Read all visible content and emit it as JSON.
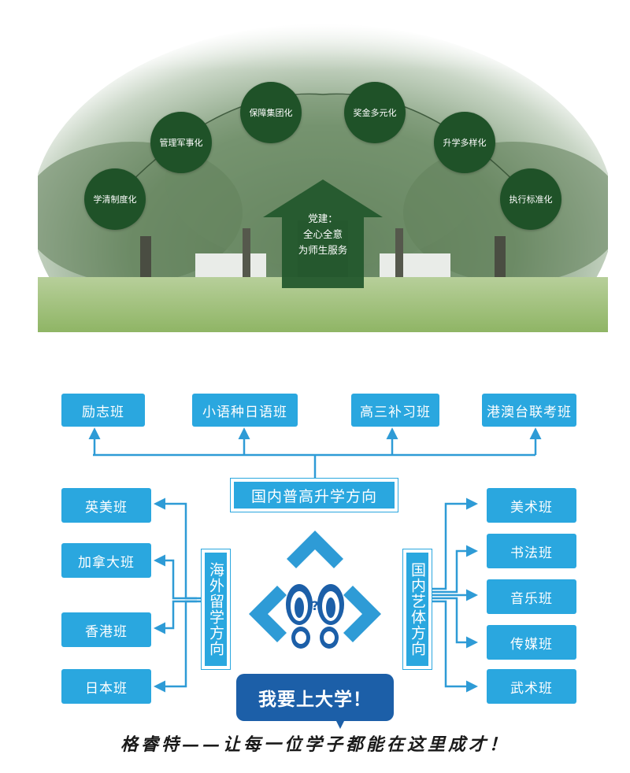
{
  "tree": {
    "nodes": [
      {
        "id": "n1",
        "label": "学清制度化"
      },
      {
        "id": "n2",
        "label": "管理军事化"
      },
      {
        "id": "n3",
        "label": "保障集团化"
      },
      {
        "id": "n4",
        "label": "奖金多元化"
      },
      {
        "id": "n5",
        "label": "升学多样化"
      },
      {
        "id": "n6",
        "label": "执行标准化"
      }
    ],
    "arrow_lines": [
      "党建：",
      "全心全意",
      "为师生服务"
    ]
  },
  "diagram": {
    "domestic_hub": "国内普高升学方向",
    "domestic_classes": [
      "励志班",
      "小语种日语班",
      "高三补习班",
      "港澳台联考班"
    ],
    "overseas_hub": "海外留学方向",
    "overseas_classes": [
      "英美班",
      "加拿大班",
      "香港班",
      "日本班"
    ],
    "arts_hub": "国内艺体方向",
    "arts_classes": [
      "美术班",
      "书法班",
      "音乐班",
      "传媒班",
      "武术班"
    ],
    "question_mark": "?",
    "goal": "我要上大学！",
    "slogan": "格睿特——让每一位学子都能在这里成才！"
  },
  "colors": {
    "box_blue": "#2aa7df",
    "arrow_blue": "#2e9bd6",
    "dark_blue": "#1c5fa8",
    "tree_green": "#1f5228"
  }
}
